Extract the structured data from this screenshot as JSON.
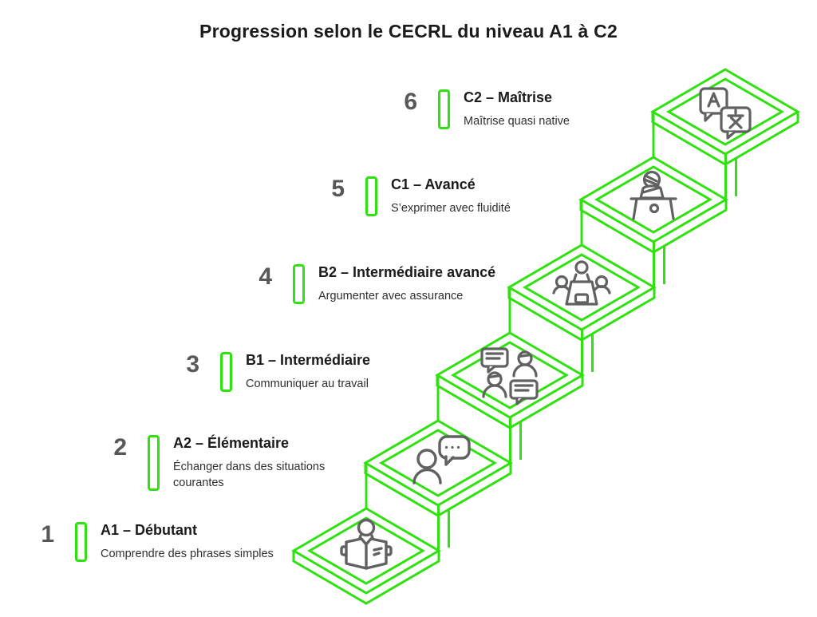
{
  "page": {
    "title": "Progression selon le CECRL du niveau A1 à C2"
  },
  "colors": {
    "accent_green": "#2fe10e",
    "icon_gray": "#616161",
    "number_gray": "#57585a",
    "title_black": "#1b1b1b",
    "desc_gray": "#2f2f2f"
  },
  "levels": [
    {
      "number": "1",
      "title": "A1 – Débutant",
      "description": "Comprendre des phrases simples",
      "icon": "reading-book-icon"
    },
    {
      "number": "2",
      "title": "A2 – Élémentaire",
      "description": "Échanger dans des situations courantes",
      "icon": "person-speaking-icon"
    },
    {
      "number": "3",
      "title": "B1 – Intermédiaire",
      "description": "Communiquer au travail",
      "icon": "conversation-icon"
    },
    {
      "number": "4",
      "title": "B2 – Intermédiaire avancé",
      "description": "Argumenter avec assurance",
      "icon": "meeting-table-icon"
    },
    {
      "number": "5",
      "title": "C1 – Avancé",
      "description": "S’exprimer avec fluidité",
      "icon": "lecturer-podium-icon"
    },
    {
      "number": "6",
      "title": "C2 – Maîtrise",
      "description": "Maîtrise quasi native",
      "icon": "translation-bubbles-icon"
    }
  ]
}
